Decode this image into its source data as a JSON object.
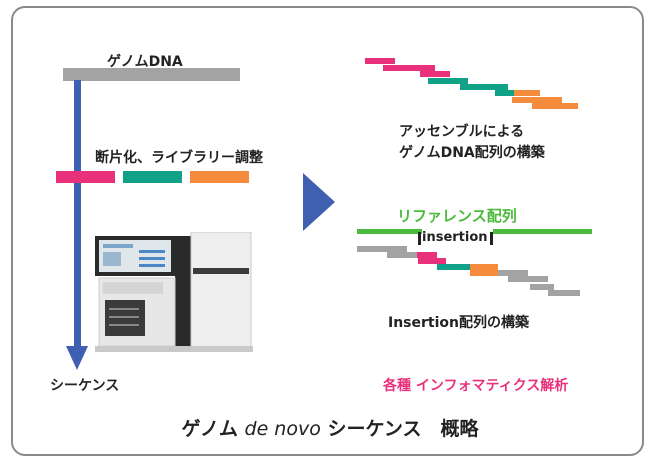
{
  "labels": {
    "genome_dna": "ゲノムDNA",
    "fragmentation": "断片化、ライブラリー調整",
    "sequence": "シーケンス",
    "assembly_line1": "アッセンブルによる",
    "assembly_line2": "ゲノムDNA配列の構築",
    "reference": "リファレンス配列",
    "insertion_tag": "insertion",
    "insertion_build": "Insertion配列の構築",
    "informatics": "各種 インフォマティクス解析"
  },
  "title": {
    "part1": "ゲノム ",
    "part2": "de novo",
    "part3": " シーケンス　概略"
  },
  "colors": {
    "pink": "#e8317a",
    "teal": "#11a088",
    "orange": "#f58b3c",
    "gray": "#a3a3a3",
    "blue": "#3f5fb0",
    "green": "#4cbb3d"
  },
  "icons": [
    "sequencer-machine-image",
    "arrow-right-icon",
    "arrow-down-icon"
  ]
}
